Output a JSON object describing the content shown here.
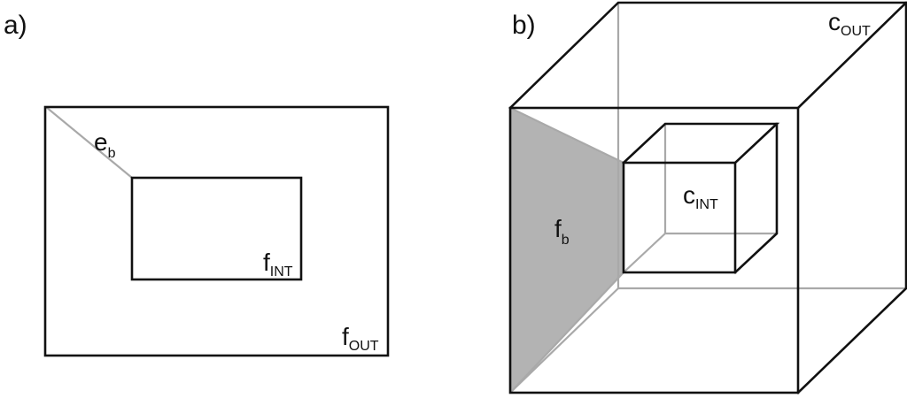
{
  "panels": {
    "a": {
      "label": "a)",
      "edge_label": {
        "main": "e",
        "sub": "b"
      },
      "inner_face_label": {
        "main": "f",
        "sub": "INT"
      },
      "outer_face_label": {
        "main": "f",
        "sub": "OUT"
      }
    },
    "b": {
      "label": "b)",
      "outer_cell_label": {
        "main": "c",
        "sub": "OUT"
      },
      "inner_cell_label": {
        "main": "c",
        "sub": "INT"
      },
      "boundary_face_label": {
        "main": "f",
        "sub": "b"
      }
    }
  },
  "colors": {
    "edge_dark": "#111111",
    "edge_light": "#a9a9a9",
    "face_shade": "#b3b3b3"
  }
}
